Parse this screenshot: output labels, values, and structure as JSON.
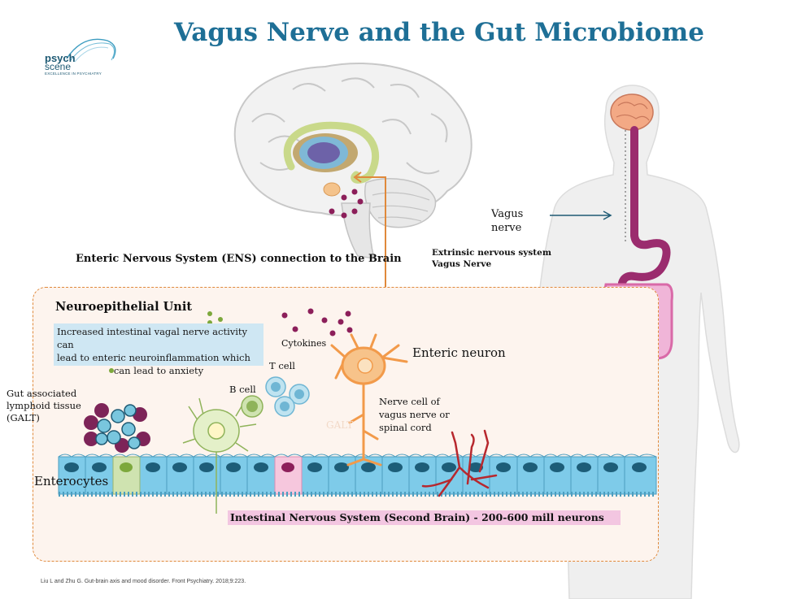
{
  "title": "Vagus Nerve and the Gut Microbiome",
  "logo": {
    "word1": "psych",
    "word2": "scene",
    "tagline": "EXCELLENCE IN PSYCHIATRY"
  },
  "labels": {
    "ens_connection": "Enteric Nervous System (ENS) connection to the Brain",
    "extrinsic_line1": "Extrinsic nervous system",
    "extrinsic_line2": "Vagus Nerve",
    "vagus_line1": "Vagus",
    "vagus_line2": "nerve",
    "neuroepithelial_unit": "Neuroepithelial Unit",
    "info_line1": "Increased intestinal vagal nerve activity can",
    "info_line2": "lead to enteric neuroinflammation which",
    "info_line3": "can lead to anxiety",
    "cytokines": "Cytokines",
    "enteric_neuron": "Enteric neuron",
    "t_cell": "T cell",
    "b_cell": "B cell",
    "galt_line1": "Gut associated",
    "galt_line2": "lymphoid tissue",
    "galt_line3": "(GALT)",
    "galt_faint": "GALT",
    "nerve_cell_line1": "Nerve cell of",
    "nerve_cell_line2": "vagus nerve or",
    "nerve_cell_line3": "spinal cord",
    "enterocytes": "Enterocytes",
    "intestinal_ns": "Intestinal Nervous System (Second Brain) - 200-600 mill neurons"
  },
  "citation": "Liu L and Zhu G. Gut-brain axis and mood disorder. Front Psychiatry. 2018;9:223.",
  "colors": {
    "title": "#1e6f96",
    "frame": "#e0893b",
    "info_box": "#cfe7f3",
    "highlight": "#f3c6e1",
    "enterocyte": "#6fc3e3",
    "cytokine": "#8c1f5a",
    "neuron": "#f29a4a"
  }
}
